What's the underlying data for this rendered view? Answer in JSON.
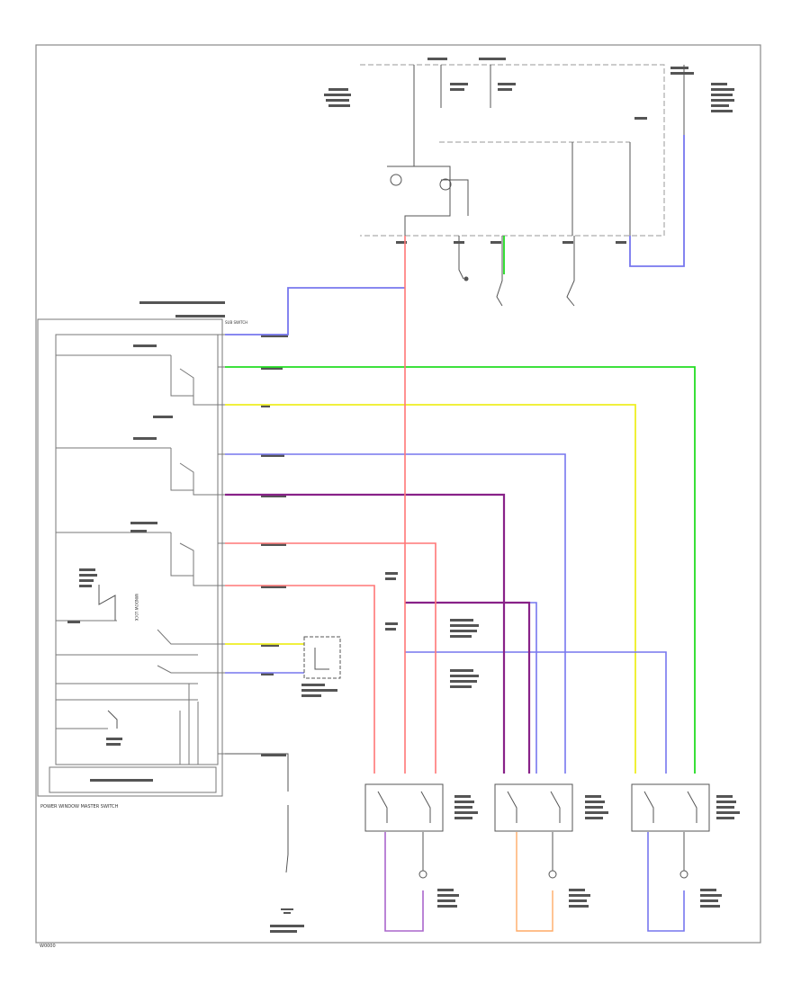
{
  "labels": {
    "master_switch": "POWER WINDOW MASTER SWITCH",
    "sub_switch": "SUB SWITCH",
    "footer_code": "W0000",
    "window_lock": "WINDOW LOCK"
  },
  "colors": {
    "green": "#22dd22",
    "yellow": "#eeee22",
    "blue": "#7777ee",
    "purple": "#882288",
    "red": "#ff7777",
    "pink": "#ffaaaa",
    "orange": "#ffaa66",
    "gray": "#555555"
  }
}
